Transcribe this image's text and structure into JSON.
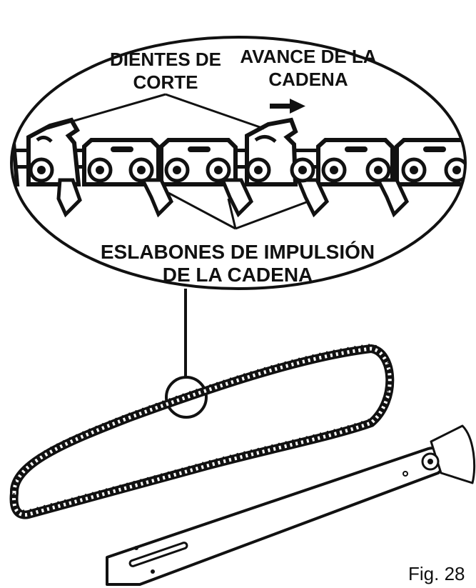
{
  "labels": {
    "cutting_teeth_line1": "DIENTES DE",
    "cutting_teeth_line2": "CORTE",
    "chain_travel_line1": "AVANCE DE LA",
    "chain_travel_line2": "CADENA",
    "drive_links_line1": "ESLABONES DE IMPULSIÓN",
    "drive_links_line2": "DE LA CADENA"
  },
  "figure_caption": "Fig. 28"
}
